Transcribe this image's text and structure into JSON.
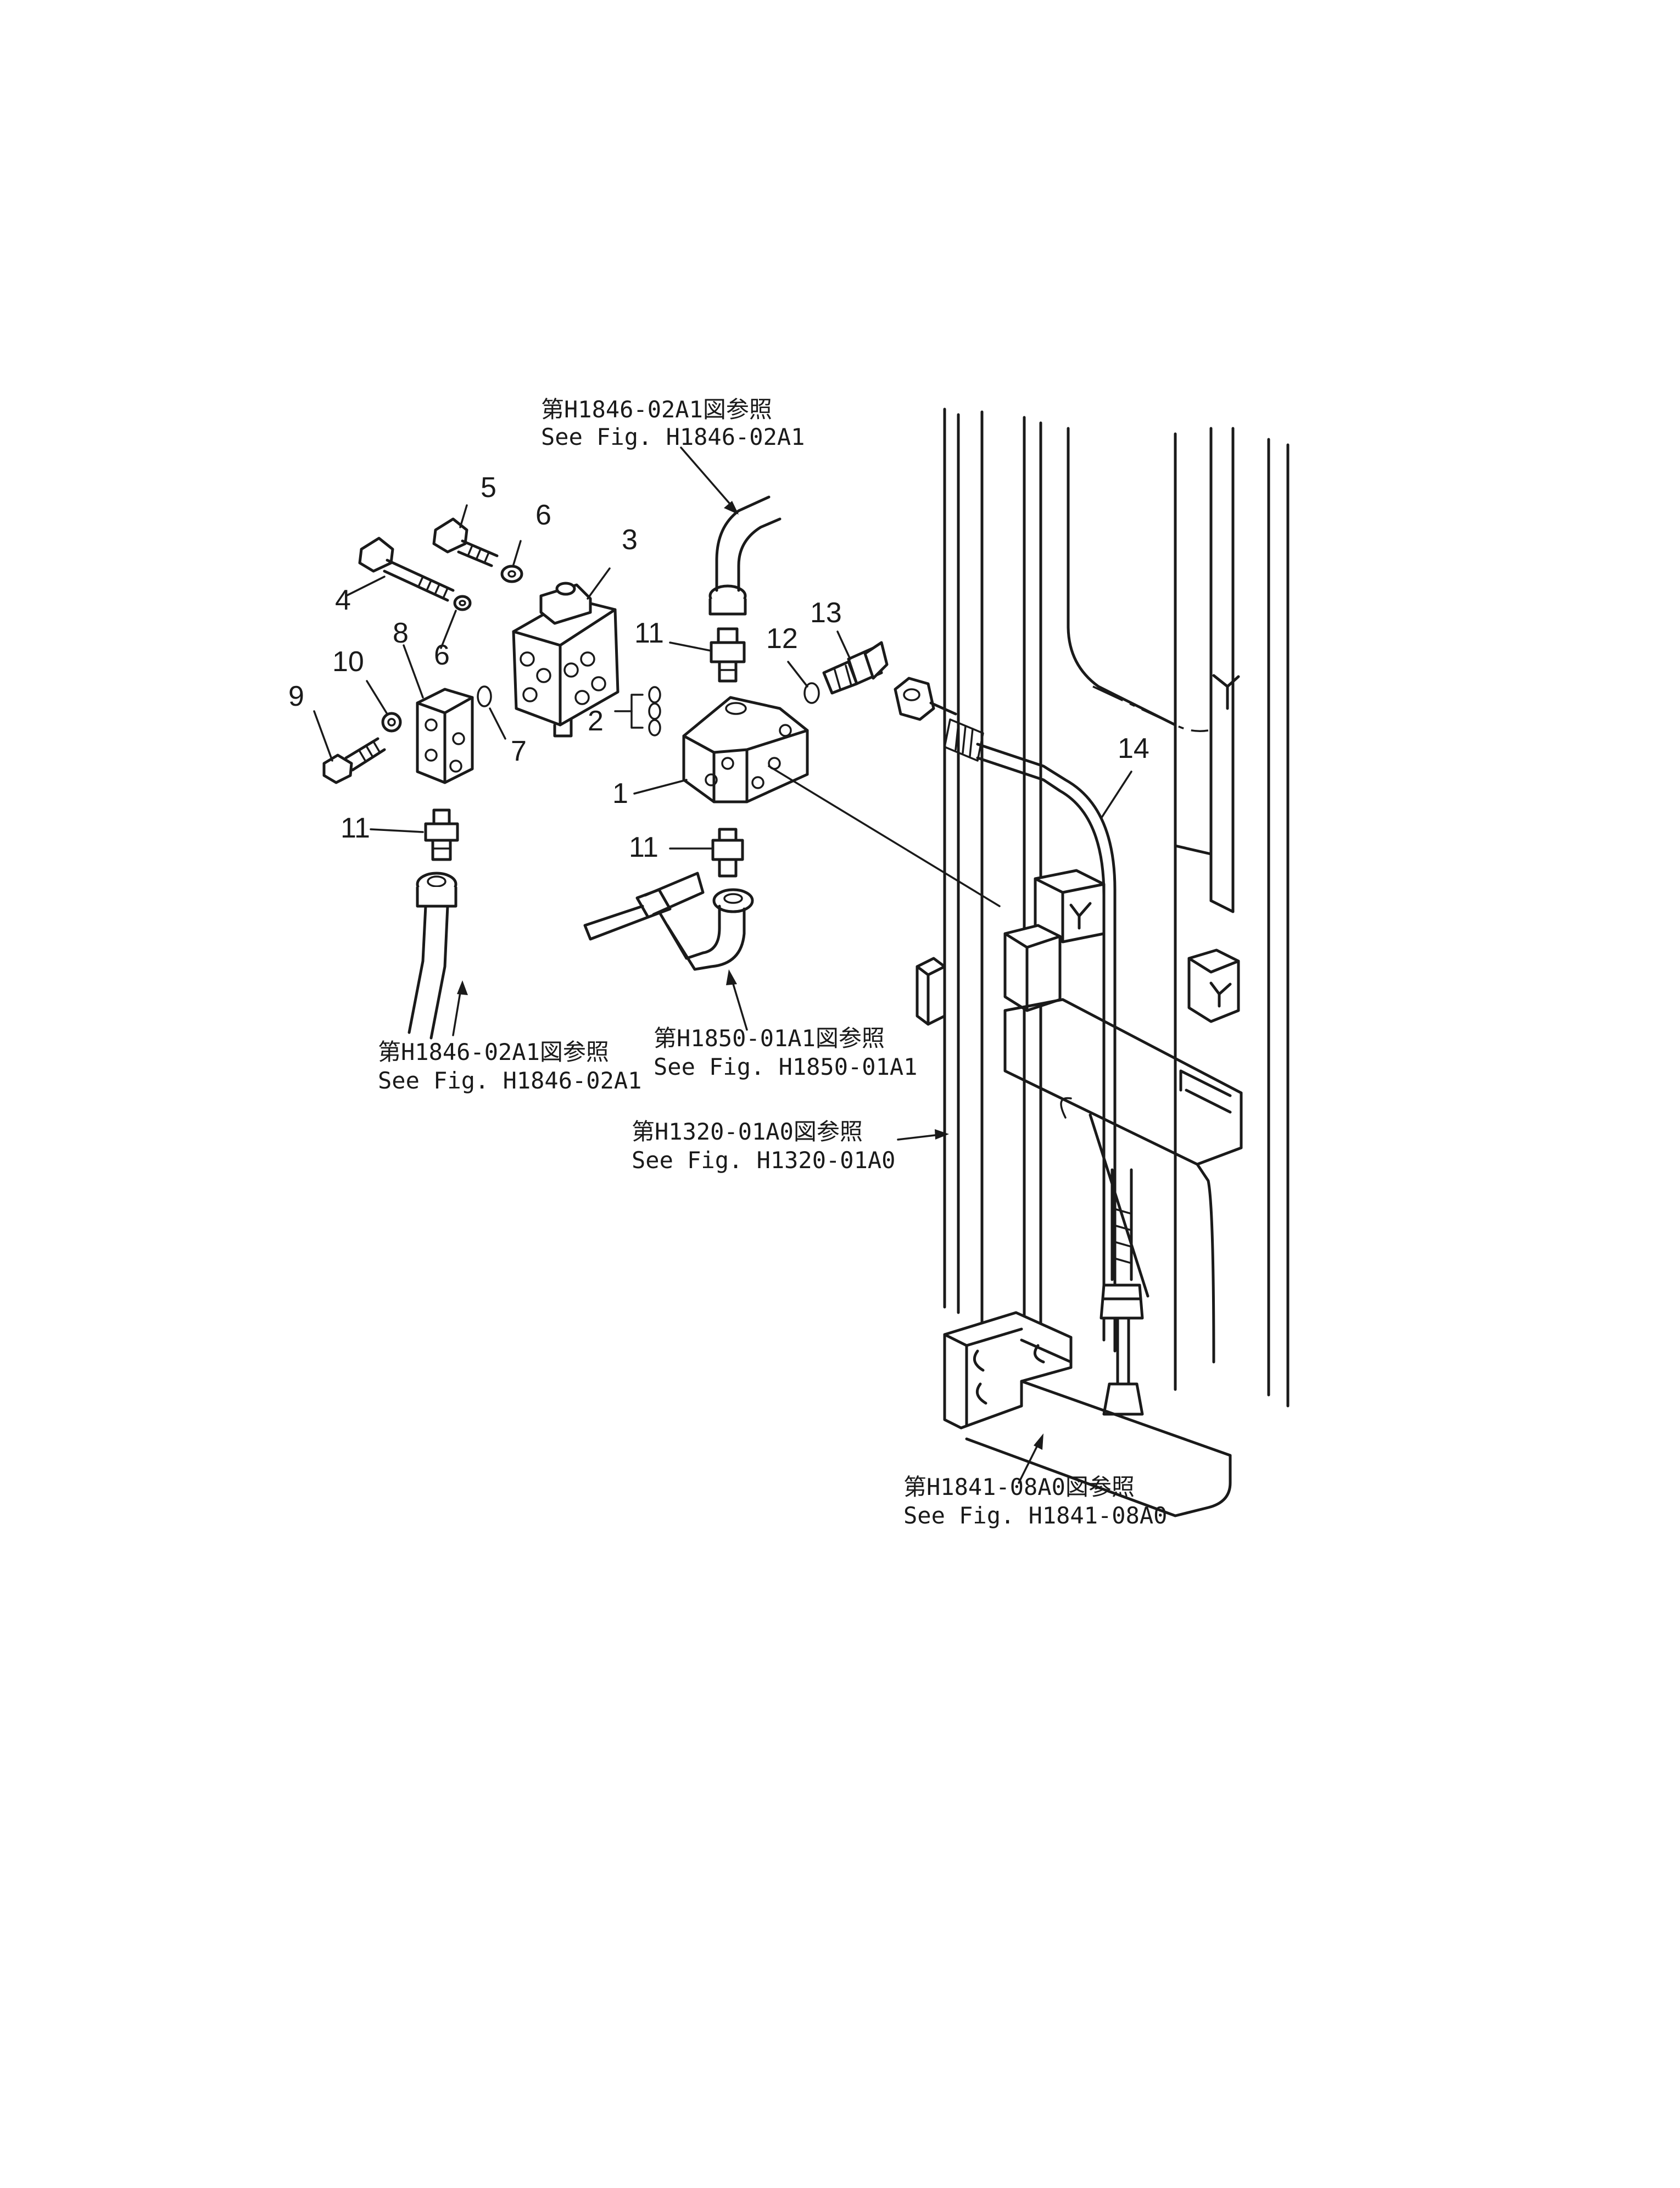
{
  "references": [
    {
      "id": "ref-top",
      "jp": "第H1846-02A1図参照",
      "en": "See  Fig. H1846-02A1"
    },
    {
      "id": "ref-left",
      "jp": "第H1846-02A1図参照",
      "en": "See  Fig. H1846-02A1"
    },
    {
      "id": "ref-middle",
      "jp": "第H1850-01A1図参照",
      "en": "See  Fig. H1850-01A1"
    },
    {
      "id": "ref-frame",
      "jp": "第H1320-01A0図参照",
      "en": "See  Fig. H1320-01A0"
    },
    {
      "id": "ref-bottom",
      "jp": "第H1841-08A0図参照",
      "en": "See  Fig. H1841-08A0"
    }
  ],
  "callouts": [
    "1",
    "2",
    "3",
    "4",
    "5",
    "6",
    "6",
    "7",
    "8",
    "9",
    "10",
    "11",
    "11",
    "11",
    "12",
    "13",
    "14"
  ]
}
